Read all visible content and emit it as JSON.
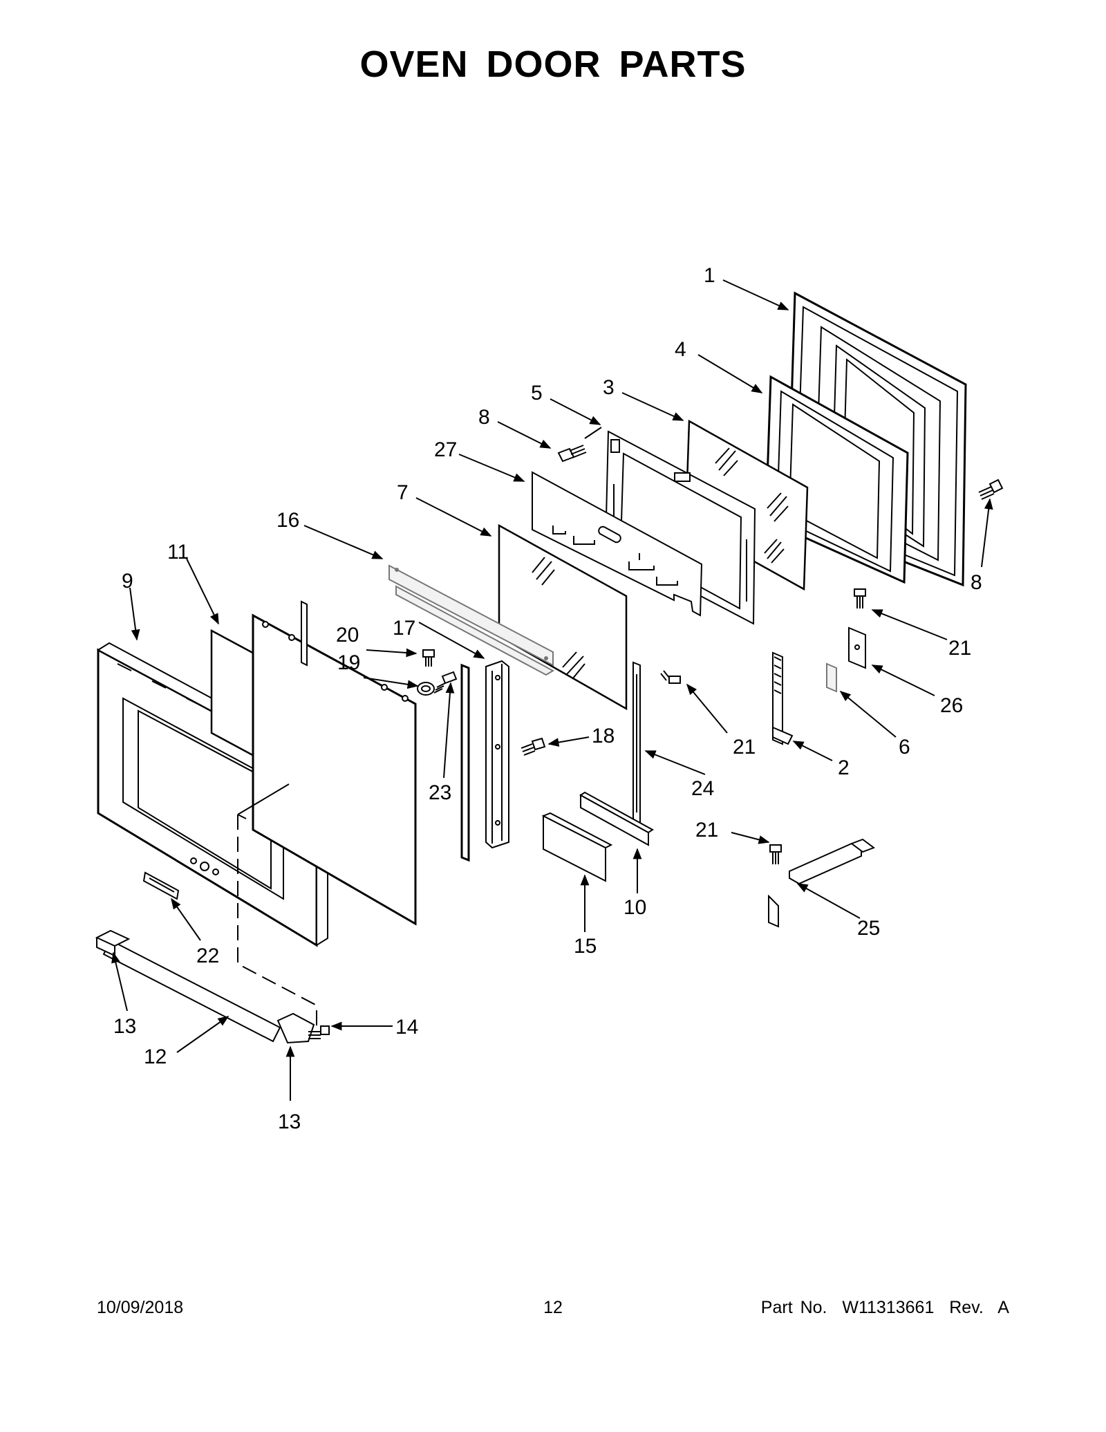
{
  "header": {
    "title": "OVEN DOOR PARTS"
  },
  "footer": {
    "date": "10/09/2018",
    "page": "12",
    "part": "Part No.  W11313661  Rev.  A"
  },
  "callouts": [
    {
      "id": "c1",
      "text": "1"
    },
    {
      "id": "c4",
      "text": "4"
    },
    {
      "id": "c5",
      "text": "5"
    },
    {
      "id": "c3",
      "text": "3"
    },
    {
      "id": "c8a",
      "text": "8"
    },
    {
      "id": "c27",
      "text": "27"
    },
    {
      "id": "c7",
      "text": "7"
    },
    {
      "id": "c16",
      "text": "16"
    },
    {
      "id": "c11",
      "text": "11"
    },
    {
      "id": "c9",
      "text": "9"
    },
    {
      "id": "c8b",
      "text": "8"
    },
    {
      "id": "c21a",
      "text": "21"
    },
    {
      "id": "c20",
      "text": "20"
    },
    {
      "id": "c17",
      "text": "17"
    },
    {
      "id": "c19",
      "text": "19"
    },
    {
      "id": "c26",
      "text": "26"
    },
    {
      "id": "c18",
      "text": "18"
    },
    {
      "id": "c21b",
      "text": "21"
    },
    {
      "id": "c6",
      "text": "6"
    },
    {
      "id": "c2",
      "text": "2"
    },
    {
      "id": "c23",
      "text": "23"
    },
    {
      "id": "c24",
      "text": "24"
    },
    {
      "id": "c21c",
      "text": "21"
    },
    {
      "id": "c10",
      "text": "10"
    },
    {
      "id": "c25",
      "text": "25"
    },
    {
      "id": "c15",
      "text": "15"
    },
    {
      "id": "c22",
      "text": "22"
    },
    {
      "id": "c13a",
      "text": "13"
    },
    {
      "id": "c14",
      "text": "14"
    },
    {
      "id": "c12",
      "text": "12"
    },
    {
      "id": "c13b",
      "text": "13"
    }
  ]
}
